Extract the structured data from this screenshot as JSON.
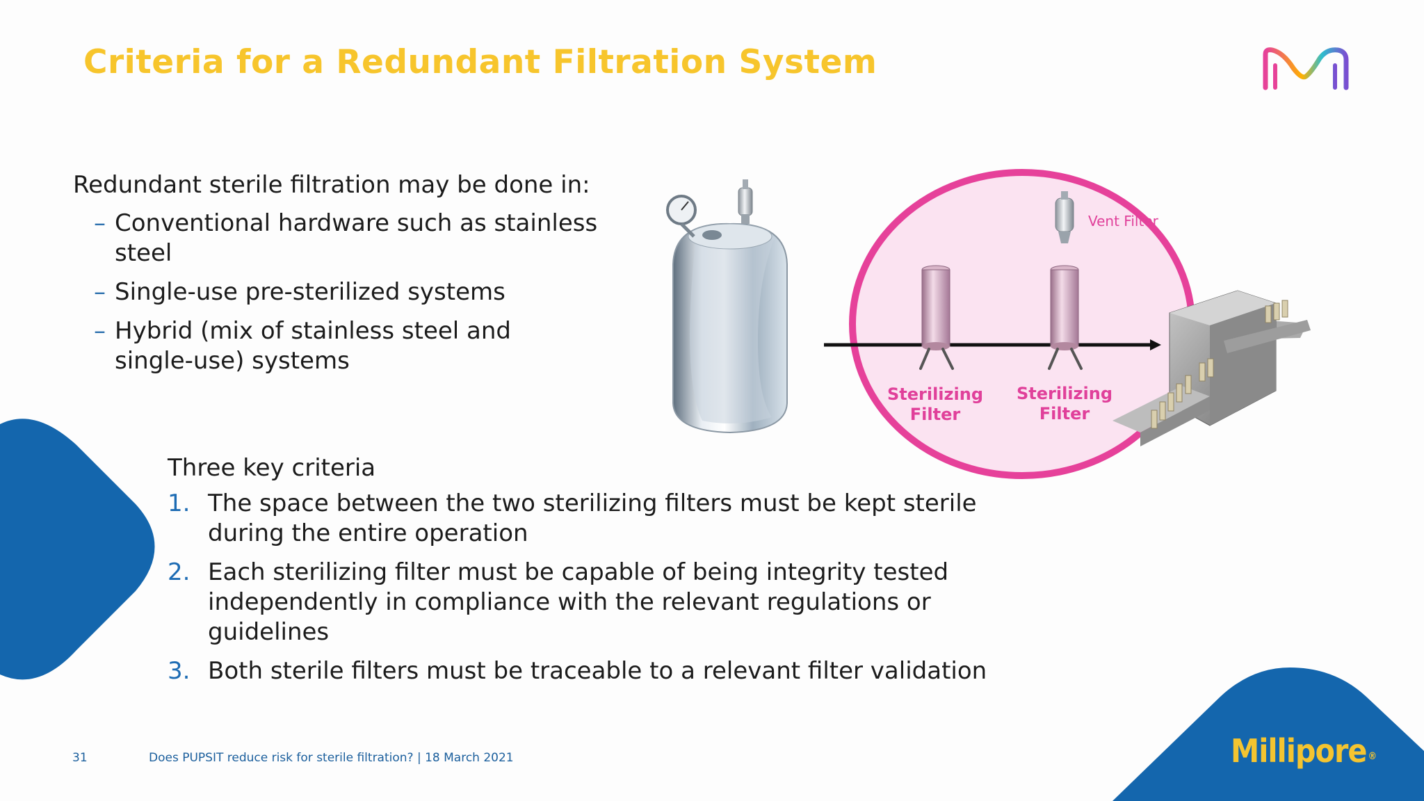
{
  "slide": {
    "title": "Criteria for a Redundant Filtration System",
    "intro": "Redundant sterile filtration may be done in:",
    "bullets": [
      "Conventional hardware such as stainless steel",
      "Single-use pre-sterilized systems",
      "Hybrid (mix of stainless steel and single-use) systems"
    ],
    "bullet_marker": "–",
    "criteria_heading": "Three key criteria",
    "criteria": [
      {
        "num": "1.",
        "text": "The space between the two sterilizing filters must be kept sterile during the entire operation"
      },
      {
        "num": "2.",
        "text": "Each sterilizing filter must be capable of being integrity tested independently in compliance with the relevant regulations or guidelines"
      },
      {
        "num": "3.",
        "text": "Both sterile filters must be traceable to a relevant filter validation"
      }
    ]
  },
  "diagram": {
    "vent_filter_label": "Vent Filter",
    "filter1_label": "Sterilizing Filter",
    "filter2_label": "Sterilizing Filter",
    "highlight_color": "#e6419a",
    "icons": [
      "pressure-gauge-icon",
      "stainless-tank-icon",
      "filter-housing-icon",
      "filling-machine-icon"
    ]
  },
  "footer": {
    "page_number": "31",
    "text": "Does PUPSIT reduce risk for sterile filtration? | 18 March 2021",
    "brand": "Millipore",
    "brand_mark": "®"
  },
  "colors": {
    "title": "#f7c52c",
    "brand_blue": "#1466ad",
    "brand_yellow": "#f4c430",
    "accent_pink": "#e6419a"
  }
}
